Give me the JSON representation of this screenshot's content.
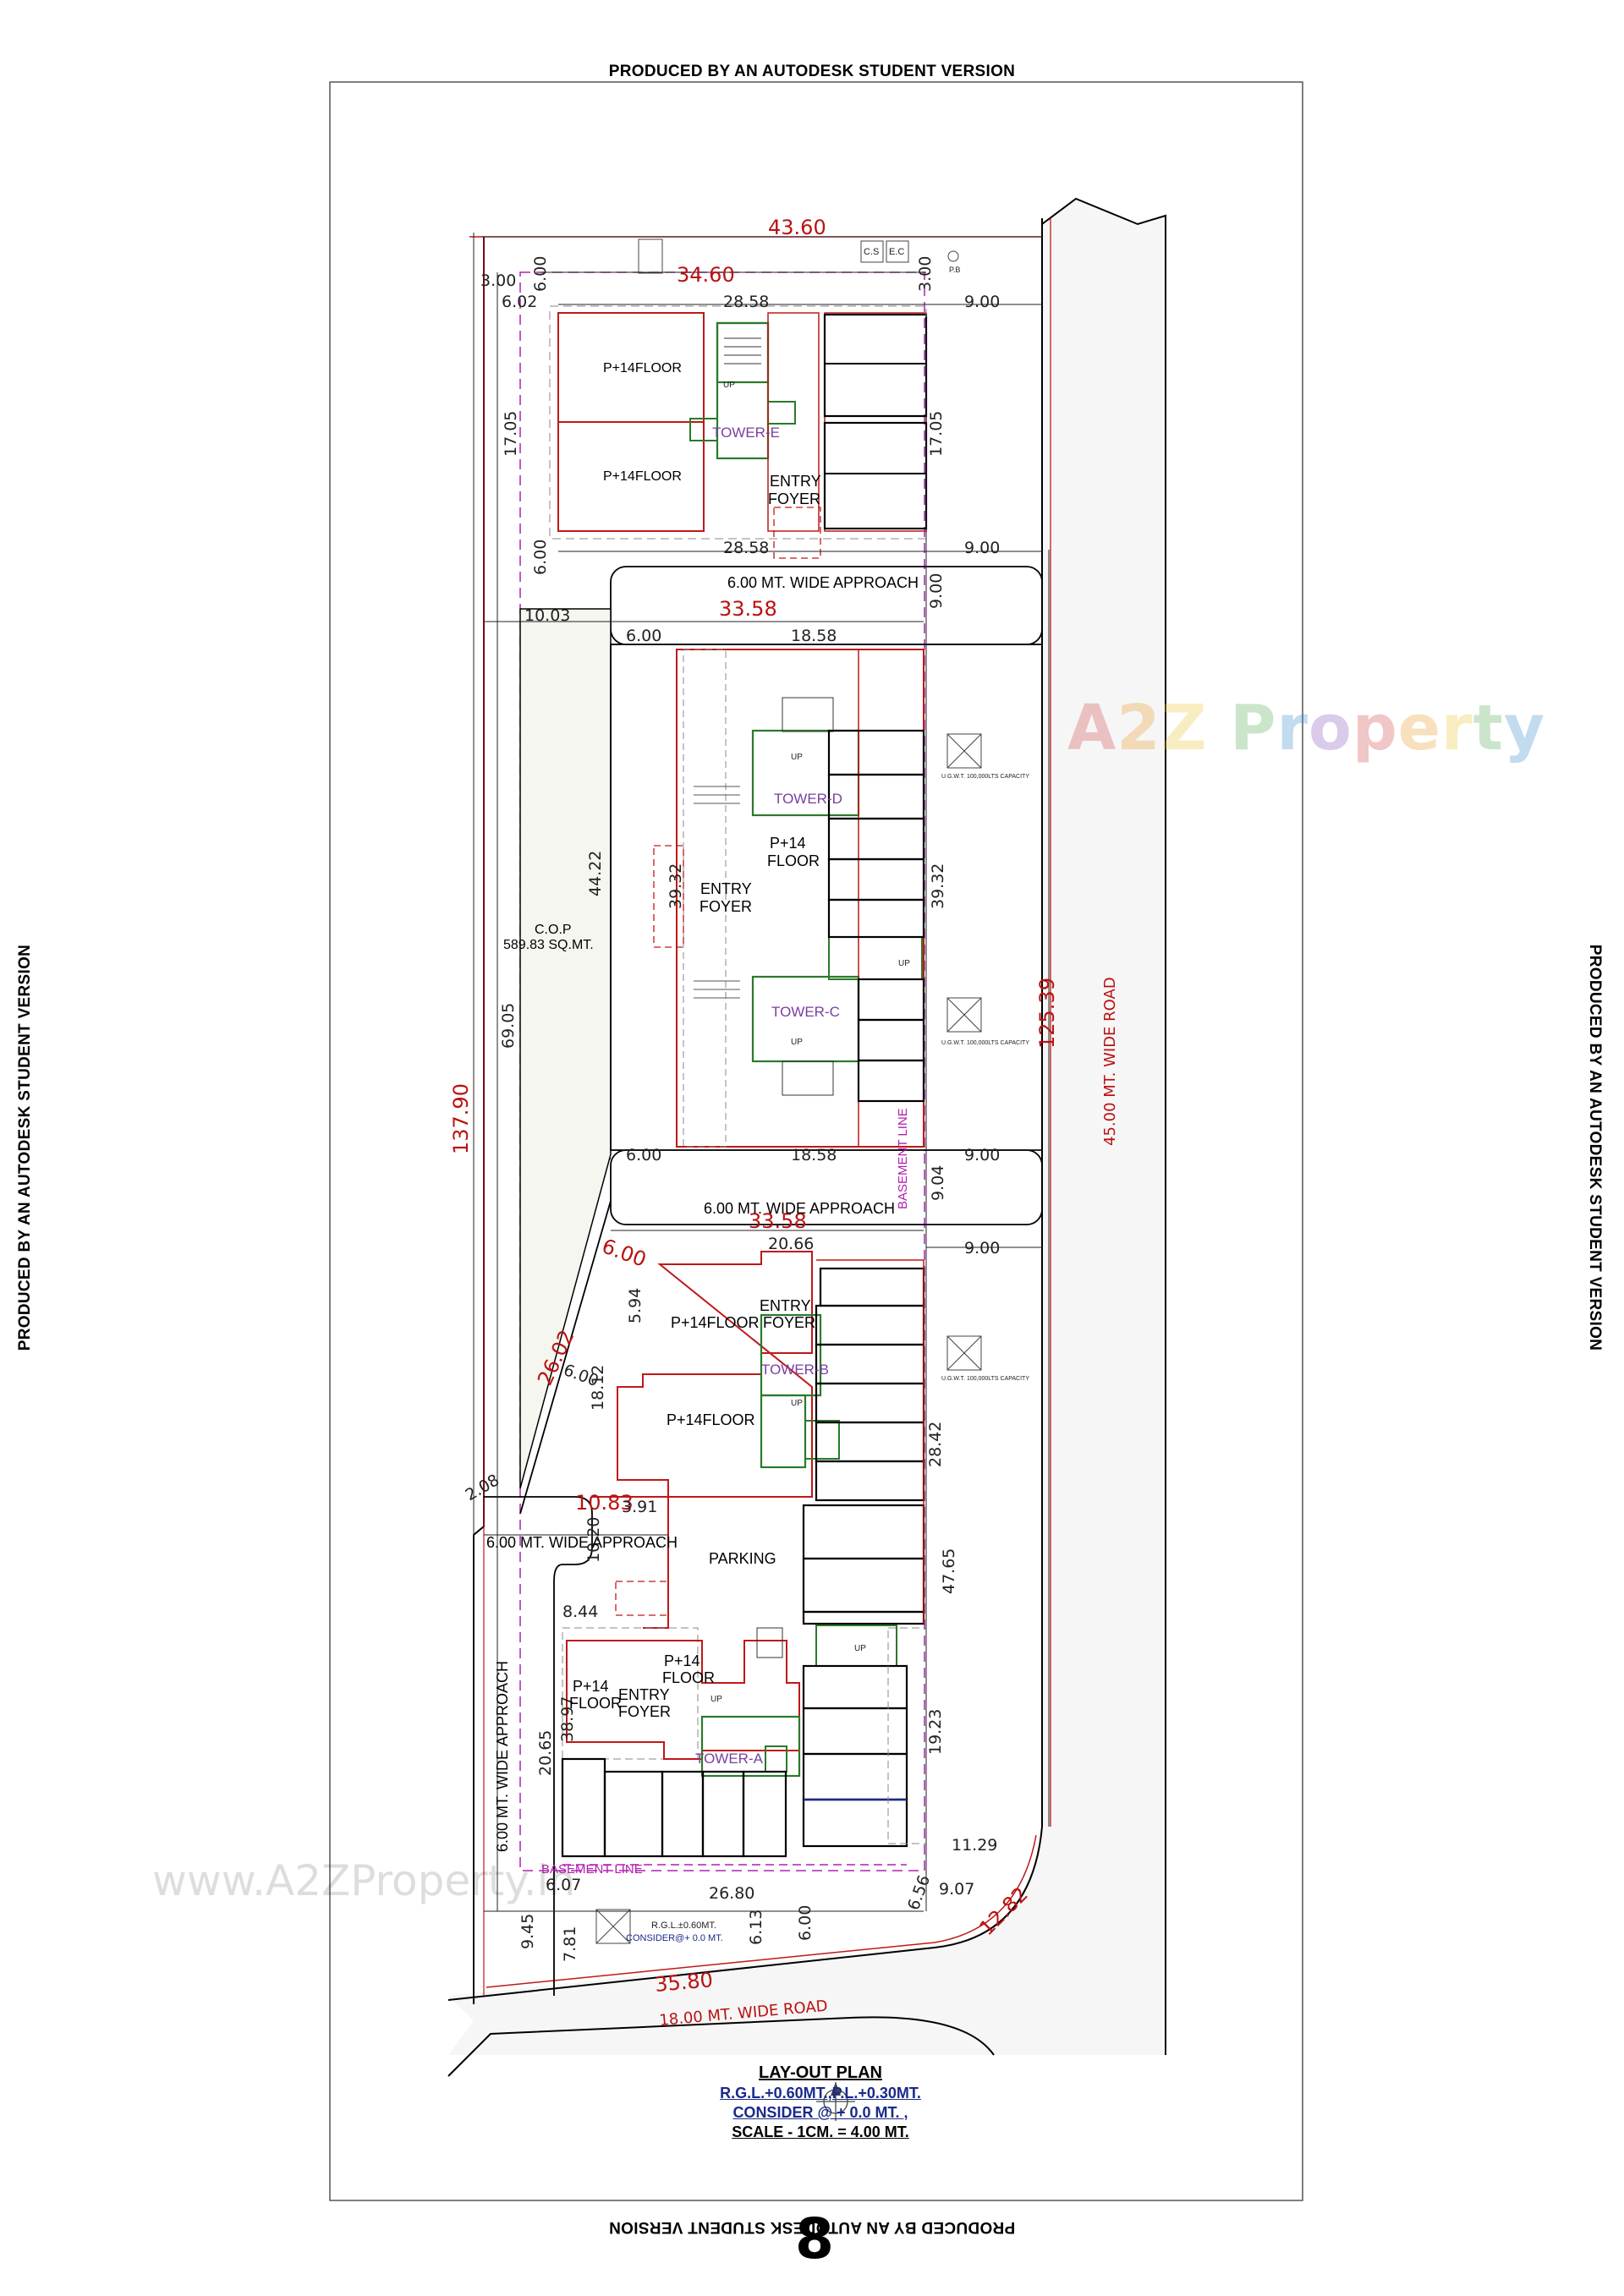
{
  "watermarks": {
    "student_version": "PRODUCED BY AN AUTODESK STUDENT VERSION",
    "logo_text": "A2Z Property",
    "url": "www.A2ZProperty.in"
  },
  "page_number": "8",
  "title_block": {
    "title": "LAY-OUT PLAN",
    "line1": "R.G.L.+0.60MT.,P.L.+0.30MT.",
    "line2": "CONSIDER @ + 0.0 MT. ,",
    "line3": "SCALE - 1CM.  =  4.00 MT."
  },
  "roads": {
    "east": "45.00 MT. WIDE ROAD",
    "south": "18.00 MT. WIDE ROAD",
    "west": "6.00 MT. WIDE APPROACH",
    "approach_1": "6.00 MT. WIDE APPROACH",
    "approach_2": "6.00 MT. WIDE APPROACH",
    "approach_3": "6.00 MT. WIDE APPROACH"
  },
  "towers": {
    "e": "TOWER-E",
    "d": "TOWER-D",
    "c": "TOWER-C",
    "b": "TOWER-B",
    "a": "TOWER-A"
  },
  "floors": {
    "p14": "P+14FLOOR",
    "p14_a": "P+14",
    "floor": "FLOOR",
    "entry": "ENTRY",
    "foyer": "FOYER",
    "parking": "PARKING"
  },
  "cop": {
    "name": "C.O.P",
    "area": "589.83 SQ.MT."
  },
  "small_labels": {
    "cs": "C.S",
    "ec": "E.C",
    "pb": "P.B",
    "basement_line": "BASEMENT LINE",
    "rgl": "R.G.L.±0.60MT.",
    "consider": "CONSIDER@+ 0.0 MT.",
    "ugwt": "U.G.W.T. 100,000LTS CAPACITY",
    "up": "UP"
  },
  "dimensions": {
    "d43_60": "43.60",
    "d34_60": "34.60",
    "d28_58": "28.58",
    "d9_00": "9.00",
    "d6_02": "6.02",
    "d3_00": "3.00",
    "d6_00": "6.00",
    "d17_05": "17.05",
    "d33_58": "33.58",
    "d10_03": "10.03",
    "d18_58": "18.58",
    "d39_32": "39.32",
    "d44_22": "44.22",
    "d137_90": "137.90",
    "d69_05": "69.05",
    "d125_39": "125.39",
    "d9_04": "9.04",
    "d20_66": "20.66",
    "d5_94": "5.94",
    "d18_12": "18.12",
    "d28_42": "28.42",
    "d26_02": "26.02",
    "d2_08": "2.08",
    "d10_83": "10.83",
    "d3_91": "3.91",
    "d10_20": "10.20",
    "d47_65": "47.65",
    "d8_44": "8.44",
    "d38_97": "38.97",
    "d20_65": "20.65",
    "d19_23": "19.23",
    "d6_07": "6.07",
    "d26_80": "26.80",
    "d6_13": "6.13",
    "d9_45": "9.45",
    "d7_81": "7.81",
    "d6_56": "6.56",
    "d11_29": "11.29",
    "d9_07": "9.07",
    "d12_82": "12.82",
    "d35_80": "35.80"
  },
  "colors": {
    "boundary": "#c01818",
    "core": "#2a7a2a",
    "setback": "#b020b0",
    "logo": [
      "#d45050",
      "#e8a030",
      "#e8c840",
      "#60b060",
      "#4090d0",
      "#9060c0"
    ]
  }
}
